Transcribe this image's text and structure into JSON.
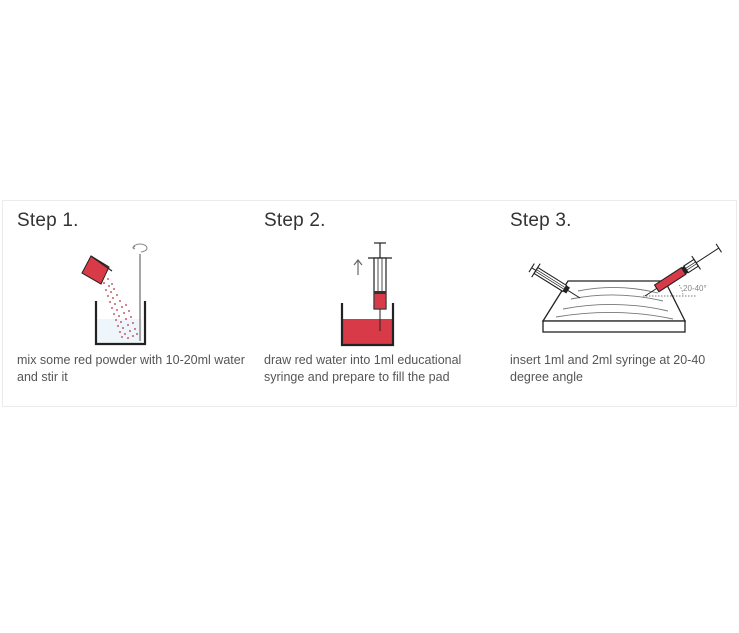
{
  "steps": [
    {
      "title": "Step 1.",
      "description": "mix some red powder with 10-20ml water and stir it",
      "illustration": "red powder poured into beaker of water with stirring rod"
    },
    {
      "title": "Step 2.",
      "description": "draw red water into 1ml educational syringe and prepare to fill the pad",
      "illustration": "syringe drawing red water from beaker, up arrow"
    },
    {
      "title": "Step 3.",
      "description": "insert 1ml and 2ml syringe at 20-40 degree angle",
      "illustration": "two syringes inserted into practice pad",
      "angle_label": "20-40°"
    }
  ],
  "colors": {
    "red": "#d93a48",
    "outline": "#222222",
    "text": "#555555",
    "title": "#333333",
    "water": "#eef5fb"
  }
}
